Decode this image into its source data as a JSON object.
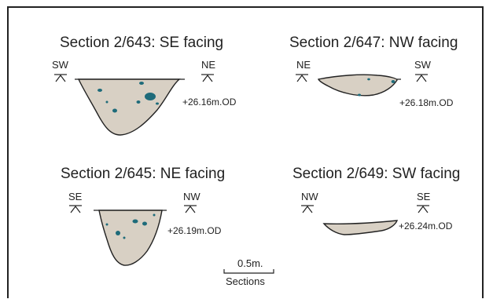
{
  "sections": [
    {
      "title": "Section 2/643: SE facing",
      "left_dir": "SW",
      "right_dir": "NE",
      "level": "+26.16m.OD"
    },
    {
      "title": "Section 2/647: NW facing",
      "left_dir": "NE",
      "right_dir": "SW",
      "level": "+26.18m.OD"
    },
    {
      "title": "Section 2/645: NE facing",
      "left_dir": "SE",
      "right_dir": "NW",
      "level": "+26.19m.OD"
    },
    {
      "title": "Section 2/649: SW facing",
      "left_dir": "NW",
      "right_dir": "SE",
      "level": "+26.24m.OD"
    }
  ],
  "scale": {
    "value": "0.5m.",
    "caption": "Sections"
  },
  "colors": {
    "fill": "#d8d0c4",
    "inclusions": "#1e6b7a",
    "outline": "#222222"
  }
}
